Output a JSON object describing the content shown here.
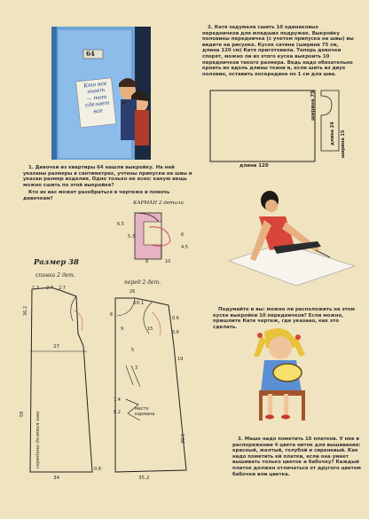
{
  "door": {
    "number": "64",
    "note_lines": [
      "Кто все",
      "знает",
      "— тот",
      "сделает",
      "все"
    ]
  },
  "task1": {
    "number": "1.",
    "para1": "Девочки из квартиры 64 нашли выкройку. На ней указаны размеры в сантиметрах, учтены припуски на швы и указан размер изделия. Одно только не ясно: какую вещь можно сшить по этой выкройке?",
    "para2": "Кто из вас может разобраться в чертеже и помочь девочкам?"
  },
  "task2": {
    "number": "2.",
    "para1": "Катя задумала сшить 10 одинаковых передничков для младших подружек. Выкройку половины передничка (с учетом припуска на швы) вы видите на рисунке. Кусок сатина (ширина 75 см, длина 120 см) Катя приготовила. Теперь девочки спорят, можно ли из этого куска выкроить 10 передничков такого размера. Ведь надо обязательно кроить их вдоль длины ткани и, если шить из двух половин, оставить посередине по 1 см для шва.",
    "para2": "Подумайте и вы: можно ли расположить на этом куске выкройки 10 передничков? Если можно, пришлите Кате чертеж, где указано, как это сделать.",
    "fabric_length_label": "длина 120",
    "fabric_width_label": "ширина 75",
    "apron_labels": [
      "длина 24",
      "ширина 15"
    ]
  },
  "task3": {
    "number": "3.",
    "text": "Маше надо пометить 16 платков. У нее в распоряжении 4 цвета ниток для вышивания: красный, желтый, голубой и сиреневый. Как надо пометить ей платки, если она умеет вышивать только цветок и бабочку? Каждый платок должен отличаться от другого цветом бабочки или цветка."
  },
  "pocket": {
    "title": "КАРМАН 2 детали",
    "dims": [
      "6.5",
      "5.3",
      "8",
      "10",
      "6",
      "4.5"
    ]
  },
  "pattern": {
    "size_label": "Размер 38",
    "back_title": "спинка 2 дет.",
    "front_title": "перед 2 дет.",
    "fold_label": "середина долевая шва",
    "back_dims": [
      "1.3",
      "2.7",
      "2.7",
      "36.2",
      "27",
      "59",
      "0.8",
      "34"
    ],
    "front_dims": [
      "26",
      "20.1",
      "6",
      "0.6",
      "9",
      "5",
      "3",
      "7.4",
      "8.2",
      "15",
      "0.6",
      "19",
      "39.5",
      "35.2"
    ],
    "pocket_mark": "место кармана"
  }
}
